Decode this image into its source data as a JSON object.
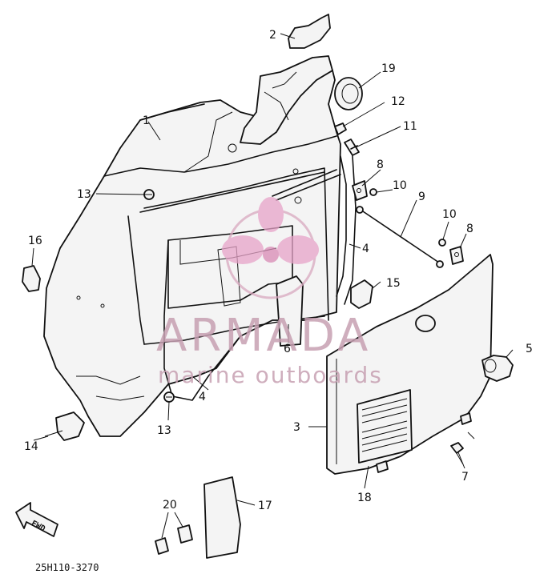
{
  "diagram": {
    "drawing_number": "25H110-3270",
    "fwd_label": "FWD",
    "part_labels": [
      "1",
      "2",
      "3",
      "4",
      "4",
      "5",
      "6",
      "7",
      "8",
      "8",
      "9",
      "10",
      "10",
      "11",
      "12",
      "13",
      "13",
      "14",
      "15",
      "16",
      "17",
      "18",
      "19",
      "20"
    ]
  },
  "watermark": {
    "brand": "ARMADA",
    "tagline": "marine outboards"
  },
  "colors": {
    "line": "#111111",
    "watermark": "#c7a0b2",
    "logo_fill": "#e7a3c8"
  },
  "icons": [
    "armada-logo-icon",
    "fwd-arrow-icon"
  ]
}
